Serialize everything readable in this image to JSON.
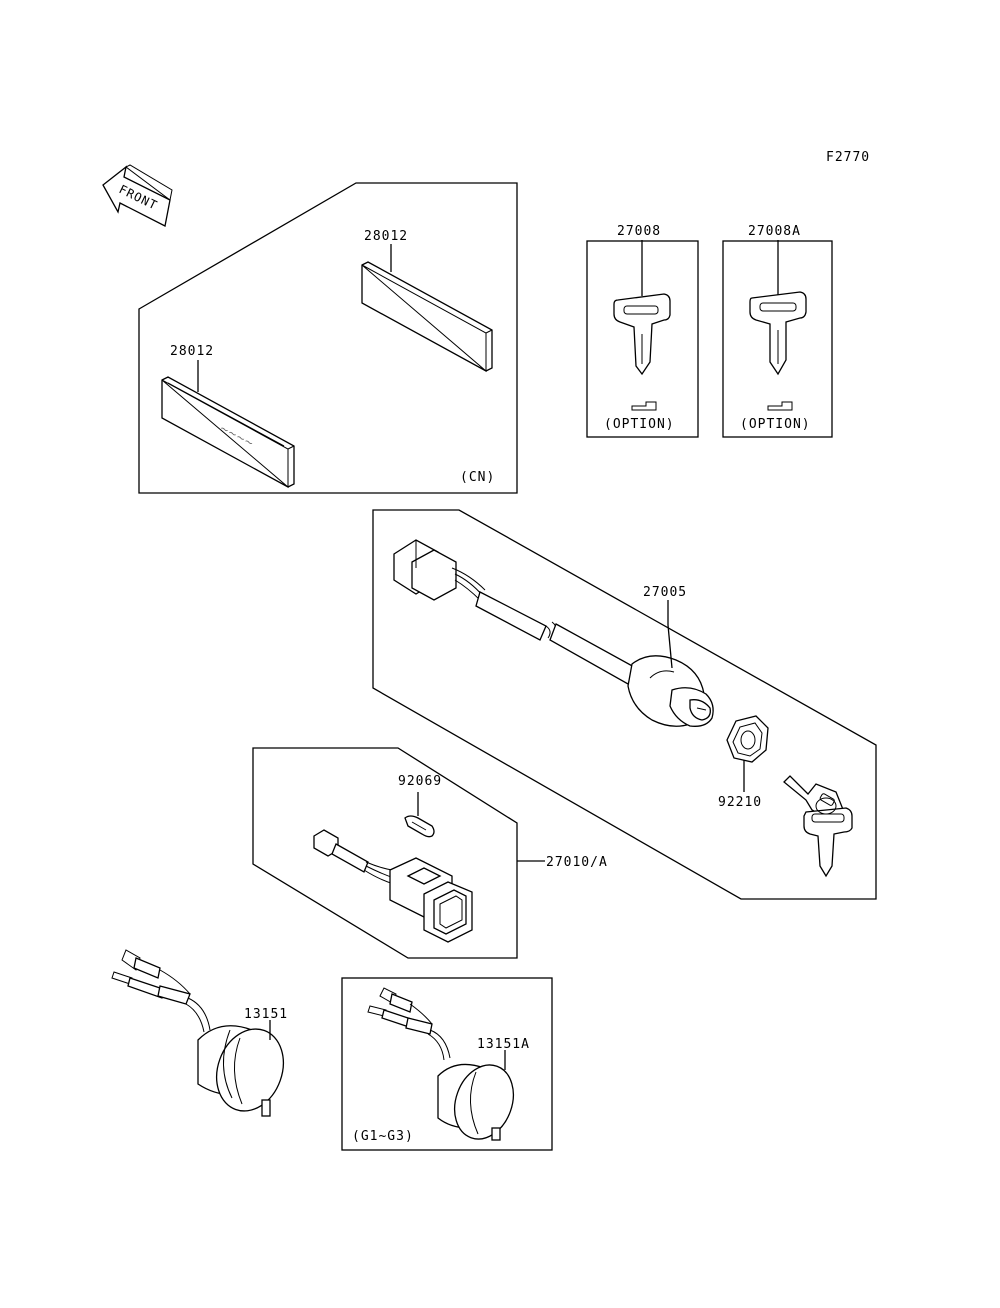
{
  "figure_code": "F2770",
  "direction_label": "FRONT",
  "parts": {
    "reflector_rear": "28012",
    "reflector_front": "28012",
    "key_blank": "27008",
    "key_blank_a": "27008A",
    "ignition_switch": "27005",
    "nut": "92210",
    "bulb": "92069",
    "switch_assembly": "27010/A",
    "socket": "13151",
    "socket_a": "13151A"
  },
  "notes": {
    "reflector_box": "(CN)",
    "key_option_1": "(OPTION)",
    "key_option_2": "(OPTION)",
    "socket_a_box": "(G1~G3)"
  }
}
